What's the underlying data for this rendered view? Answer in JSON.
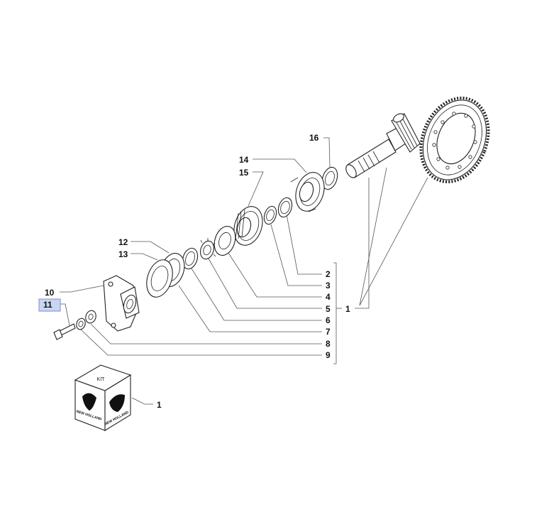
{
  "callouts": {
    "c1a": "1",
    "c1b": "1",
    "c2": "2",
    "c3": "3",
    "c4": "4",
    "c5": "5",
    "c6": "6",
    "c7": "7",
    "c8": "8",
    "c9": "9",
    "c10": "10",
    "c11": "11",
    "c12": "12",
    "c13": "13",
    "c14": "14",
    "c15": "15",
    "c16": "16"
  },
  "highlighted_callout": "11",
  "kit": {
    "label": "KIT",
    "logo_text_left": "NEW HOLLAND",
    "logo_text_right": "NEW HOLLAND"
  },
  "colors": {
    "highlight_fill": "#c9d6f2",
    "line": "#222222"
  }
}
